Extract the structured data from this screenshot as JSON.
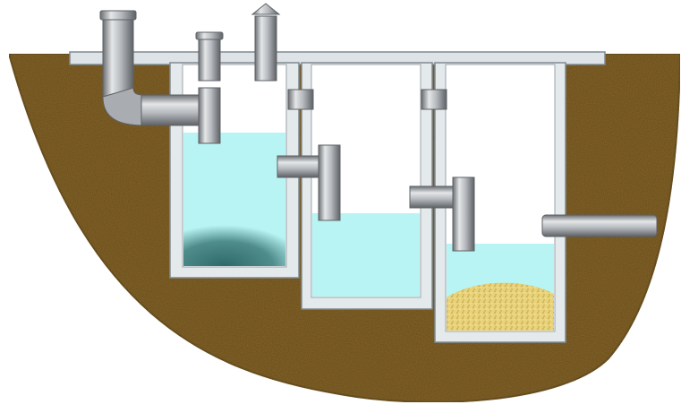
{
  "diagram": {
    "chambers": [
      {
        "id": "chamber-1",
        "contents": "water",
        "sediment": "dark-sludge"
      },
      {
        "id": "chamber-2",
        "contents": "water"
      },
      {
        "id": "chamber-3",
        "contents": "water",
        "sediment": "sand-filter"
      }
    ],
    "pipes": [
      "inlet-pipe",
      "vent-pipe",
      "vent-stack-with-cap",
      "overflow-tee-1",
      "overflow-tee-2",
      "outlet-pipe"
    ],
    "colors": {
      "soil": "#6b4a16",
      "soil_dark": "#4f350d",
      "slab": "#dde3e6",
      "wall": "#e4e9ec",
      "water": "#b8f4f4",
      "sludge": "#3f7c7c",
      "sand": "#e3cb6e",
      "pipe_light": "#d6d8da",
      "pipe_mid": "#a3a7ab",
      "pipe_dark": "#6a6e72"
    }
  }
}
